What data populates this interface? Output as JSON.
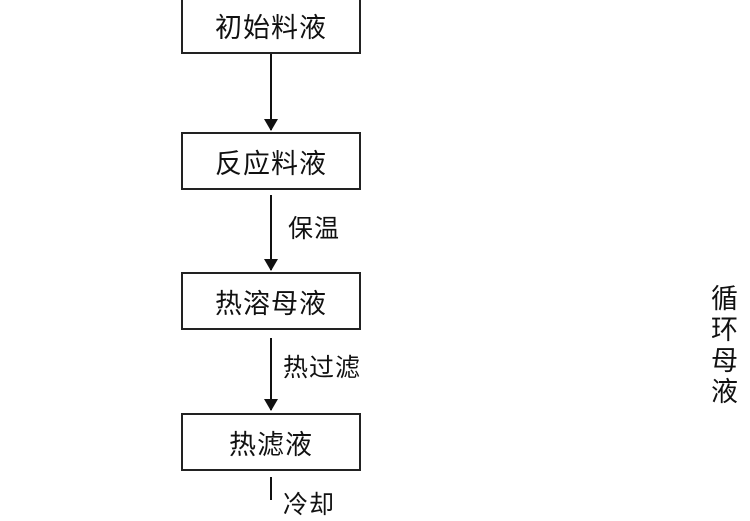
{
  "flowchart": {
    "nodes": [
      {
        "id": "initial",
        "label": "初始料液"
      },
      {
        "id": "reaction",
        "label": "反应料液"
      },
      {
        "id": "hot-mother",
        "label": "热溶母液"
      },
      {
        "id": "hot-filtrate",
        "label": "热滤液"
      }
    ],
    "steps": [
      {
        "from": "initial",
        "to": "reaction",
        "label": ""
      },
      {
        "from": "reaction",
        "to": "hot-mother",
        "label": "保温"
      },
      {
        "from": "hot-mother",
        "to": "hot-filtrate",
        "label": "热过滤"
      },
      {
        "from": "hot-filtrate",
        "to": "next",
        "label": "冷却"
      }
    ],
    "recycle_label": "循环母液"
  }
}
